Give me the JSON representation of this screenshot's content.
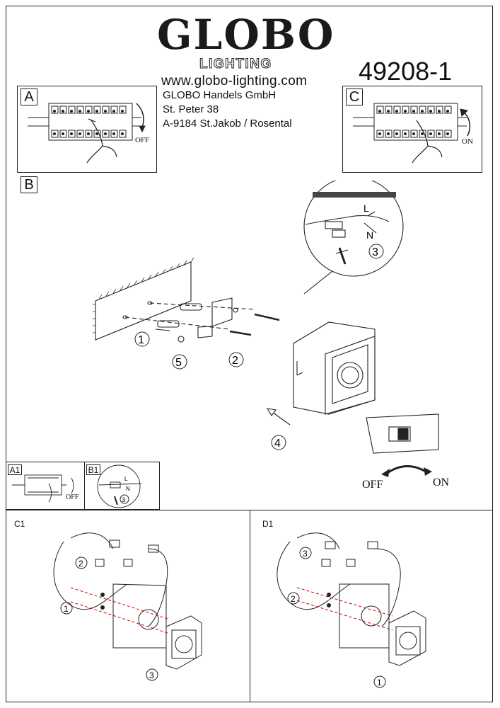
{
  "header": {
    "brand": "GLOBO",
    "brand_sub": "LIGHTING",
    "url": "www.globo-lighting.com",
    "address": [
      "GLOBO Handels GmbH",
      "St. Peter 38",
      "A-9184 St.Jakob / Rosental"
    ],
    "model": "49208-1"
  },
  "panels": {
    "a": {
      "label": "A",
      "switch_text": "OFF"
    },
    "b": {
      "label": "B"
    },
    "c": {
      "label": "C",
      "switch_text": "ON"
    },
    "a1": {
      "label": "A1",
      "switch_text": "OFF"
    },
    "b1": {
      "label": "B1"
    },
    "c1": {
      "label": "C1"
    },
    "d1": {
      "label": "D1"
    }
  },
  "wiring": {
    "l": "L",
    "n": "N"
  },
  "steps": {
    "s1": "1",
    "s2": "2",
    "s3": "3",
    "s4": "4",
    "s5": "5"
  },
  "switch": {
    "off": "OFF",
    "on": "ON"
  }
}
